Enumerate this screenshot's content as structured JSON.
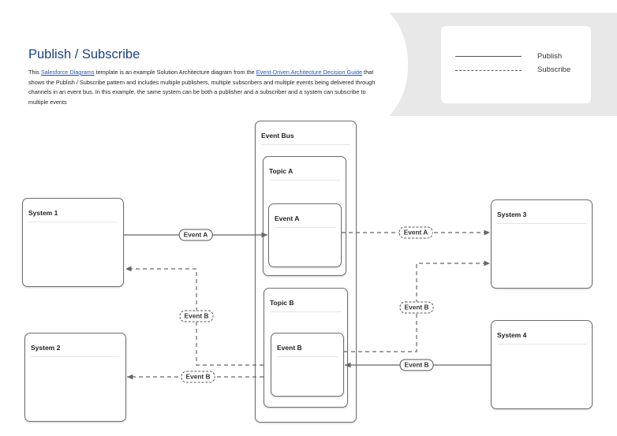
{
  "header": {
    "title": "Publish / Subscribe",
    "desc_pre": "This ",
    "link_diagrams": "Salesforce Diagrams",
    "desc_mid": " template is an example Solution Architecture diagram from the ",
    "link_guide": "Event-Driven Architecture Decision Guide",
    "desc_post": " that shows the Publish / Subscribe pattern and includes multiple publishers, multiple subscribers and multiple events being delivered through channels in an event bus. In this example, the same system can be both a publisher and a subscriber and a system can subscribe to multiple events"
  },
  "legend": {
    "publish": "Publish",
    "subscribe": "Subscribe"
  },
  "nodes": {
    "event_bus": "Event Bus",
    "topic_a": "Topic A",
    "event_a": "Event A",
    "topic_b": "Topic B",
    "event_b": "Event B",
    "system1": "System 1",
    "system2": "System 2",
    "system3": "System 3",
    "system4": "System 4"
  },
  "edge_labels": {
    "sys1_publish": "Event A",
    "sys3_subscribe_a": "Event A",
    "sys3_subscribe_b": "Event B",
    "sys1_subscribe_b": "Event B",
    "sys4_publish": "Event B",
    "sys2_subscribe_b": "Event B"
  },
  "colors": {
    "title": "#1b3f8a",
    "link": "#1a55c7",
    "line": "#666666",
    "legend_bg": "#e8e8e8"
  }
}
